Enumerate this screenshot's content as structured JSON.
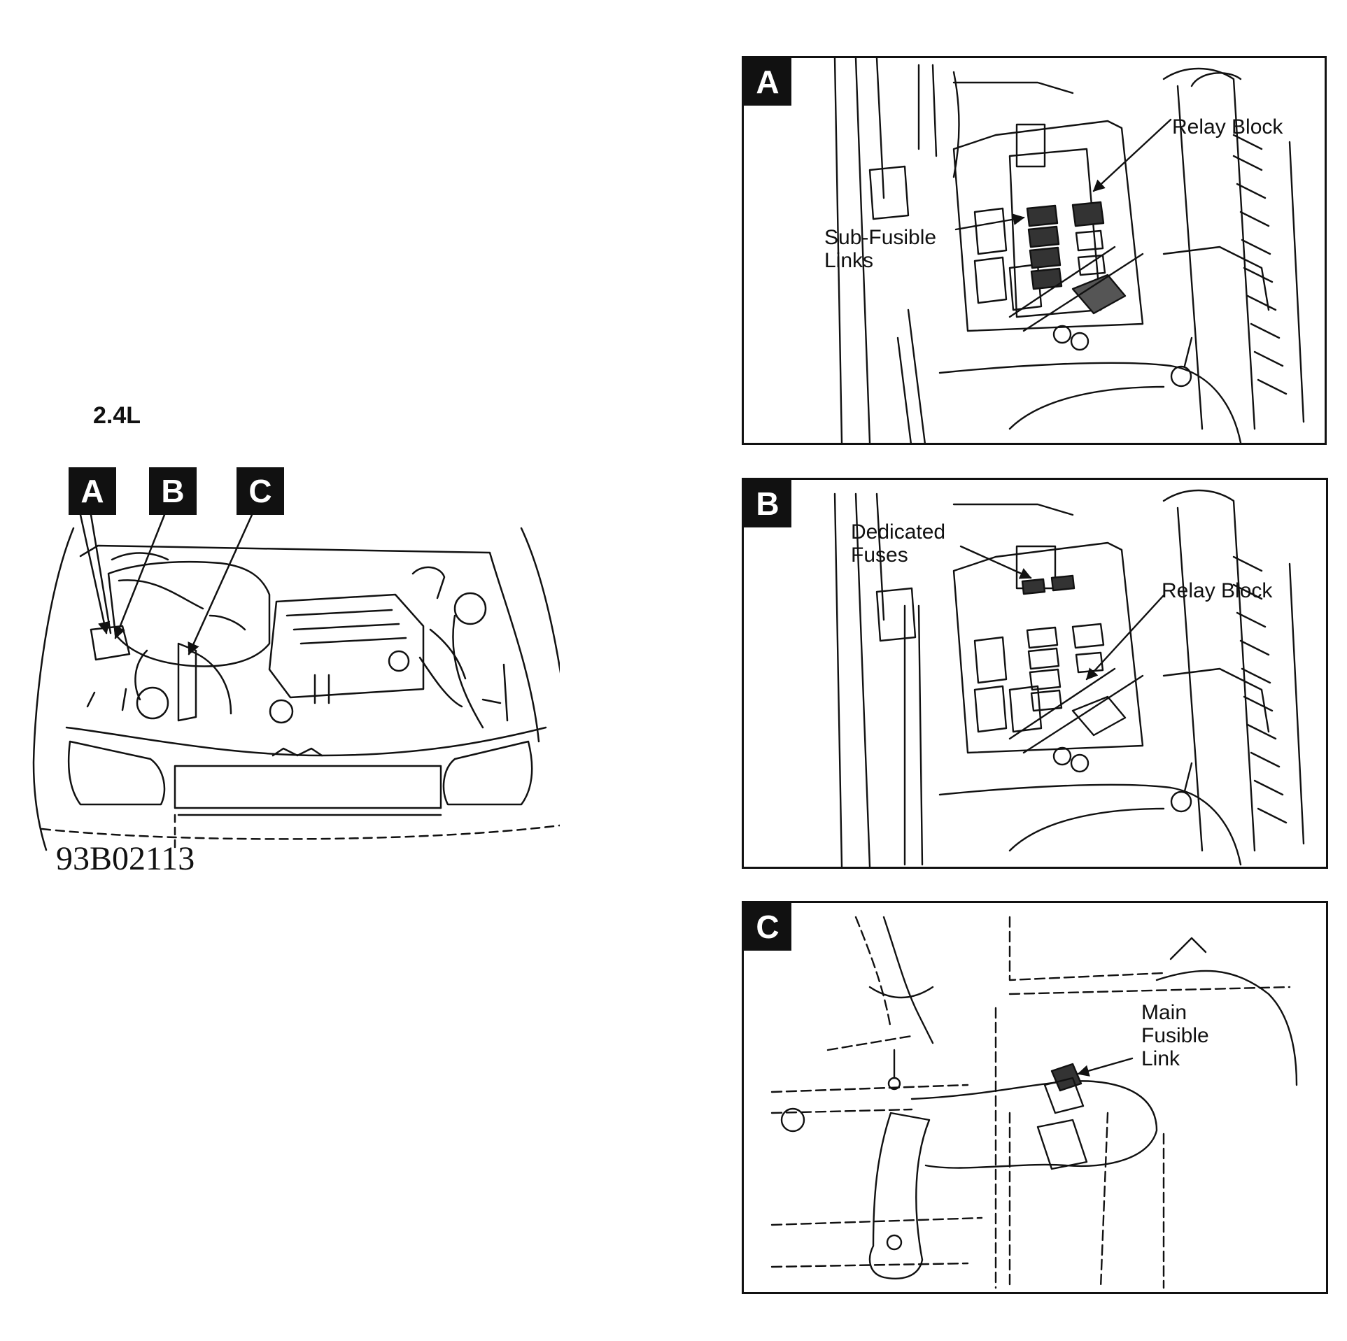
{
  "overview": {
    "engine_label": "2.4L",
    "figure_code": "93B02113",
    "markers": [
      "A",
      "B",
      "C"
    ]
  },
  "panels": [
    {
      "tag": "A",
      "callouts": [
        {
          "text": "Relay Block"
        },
        {
          "text": "Sub-Fusible\nLinks"
        }
      ]
    },
    {
      "tag": "B",
      "callouts": [
        {
          "text": "Dedicated\nFuses"
        },
        {
          "text": "Relay Block"
        }
      ]
    },
    {
      "tag": "C",
      "callouts": [
        {
          "text": "Main\nFusible\nLink"
        }
      ]
    }
  ],
  "colors": {
    "ink": "#111111",
    "background": "#ffffff"
  }
}
